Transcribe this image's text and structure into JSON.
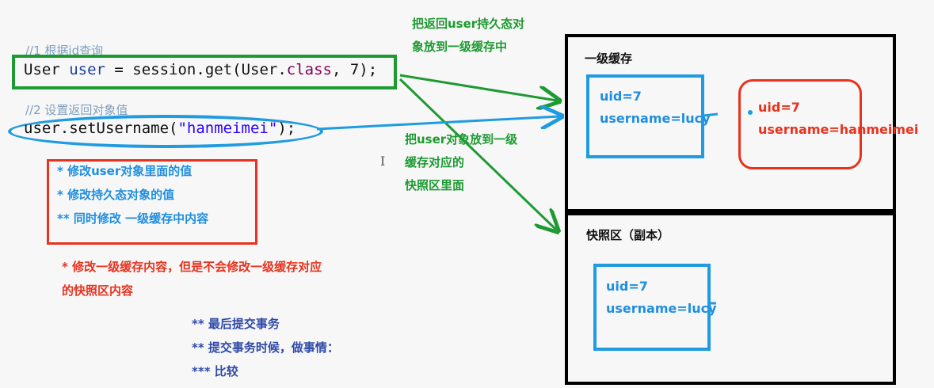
{
  "code": {
    "comment1": "//1 根据id查询",
    "line1_type": "User",
    "line1_var": "user",
    "line1_rest_a": " = session.get(User.",
    "line1_kw": "class",
    "line1_rest_b": ", 7);",
    "comment2": "//2 设置返回对象值",
    "line2_a": "user.setUsername(",
    "line2_str": "\"hanmeimei\"",
    "line2_b": ");"
  },
  "notes": {
    "green_top": [
      "把返回user持久态对",
      "象放到一级缓存中"
    ],
    "green_mid": [
      "把user对象放到一级",
      "缓存对应的",
      "快照区里面"
    ],
    "blue_box": [
      "* 修改user对象里面的值",
      "* 修改持久态对象的值",
      "** 同时修改 一级缓存中内容"
    ],
    "red_note": [
      "* 修改一级缓存内容，但是不会修改一级缓存对应",
      "的快照区内容"
    ],
    "navy_note": [
      "** 最后提交事务",
      "** 提交事务时候，做事情：",
      "*** 比较"
    ]
  },
  "cache": {
    "title": "一级缓存",
    "blue_uid": "uid=7",
    "blue_username": "username=lucy",
    "red_uid": "uid=7",
    "red_username": "username=hanmeimei"
  },
  "snapshot": {
    "title": "快照区（副本）",
    "uid": "uid=7",
    "username": "username=lucy"
  },
  "colors": {
    "green": "#1e9a32",
    "blue": "#1f9be0",
    "red": "#e8321e",
    "navy": "#2f4aa8"
  }
}
